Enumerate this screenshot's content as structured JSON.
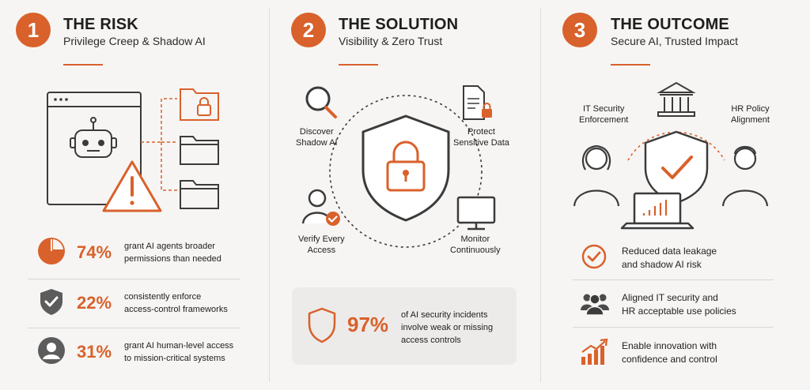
{
  "colors": {
    "accent": "#d9612b",
    "dark": "#3b3b3b",
    "grey": "#5c5c5c"
  },
  "panel1": {
    "number": "1",
    "title": "THE RISK",
    "subtitle": "Privilege Creep & Shadow AI",
    "stats": [
      {
        "value": "74%",
        "line1": "grant AI agents broader",
        "line2": "permissions than needed",
        "icon": "pie-chart-icon"
      },
      {
        "value": "22%",
        "line1": "consistently enforce",
        "line2": "access-control frameworks",
        "icon": "shield-check-icon"
      },
      {
        "value": "31%",
        "line1": "grant AI human-level access",
        "line2": "to mission-critical systems",
        "icon": "user-circle-icon"
      }
    ]
  },
  "panel2": {
    "number": "2",
    "title": "THE SOLUTION",
    "subtitle": "Visibility & Zero Trust",
    "labels": {
      "discover": [
        "Discover",
        "Shadow AI"
      ],
      "protect": [
        "Protect",
        "Sensitive Data"
      ],
      "verify": [
        "Verify Every",
        "Access"
      ],
      "monitor": [
        "Monitor",
        "Continuously"
      ]
    },
    "card": {
      "value": "97%",
      "line1": "of AI security incidents",
      "line2": "involve weak or missing",
      "line3": "access controls"
    }
  },
  "panel3": {
    "number": "3",
    "title": "THE OUTCOME",
    "subtitle": "Secure AI, Trusted Impact",
    "labels": {
      "it": [
        "IT Security",
        "Enforcement"
      ],
      "hr": [
        "HR Policy",
        "Alignment"
      ]
    },
    "outcomes": [
      {
        "line1": "Reduced data leakage",
        "line2": "and shadow AI risk",
        "icon": "check-circle-icon"
      },
      {
        "line1": "Aligned IT security and",
        "line2": "HR acceptable use policies",
        "icon": "group-icon"
      },
      {
        "line1": "Enable innovation with",
        "line2": "confidence and control",
        "icon": "growth-chart-icon"
      }
    ]
  }
}
